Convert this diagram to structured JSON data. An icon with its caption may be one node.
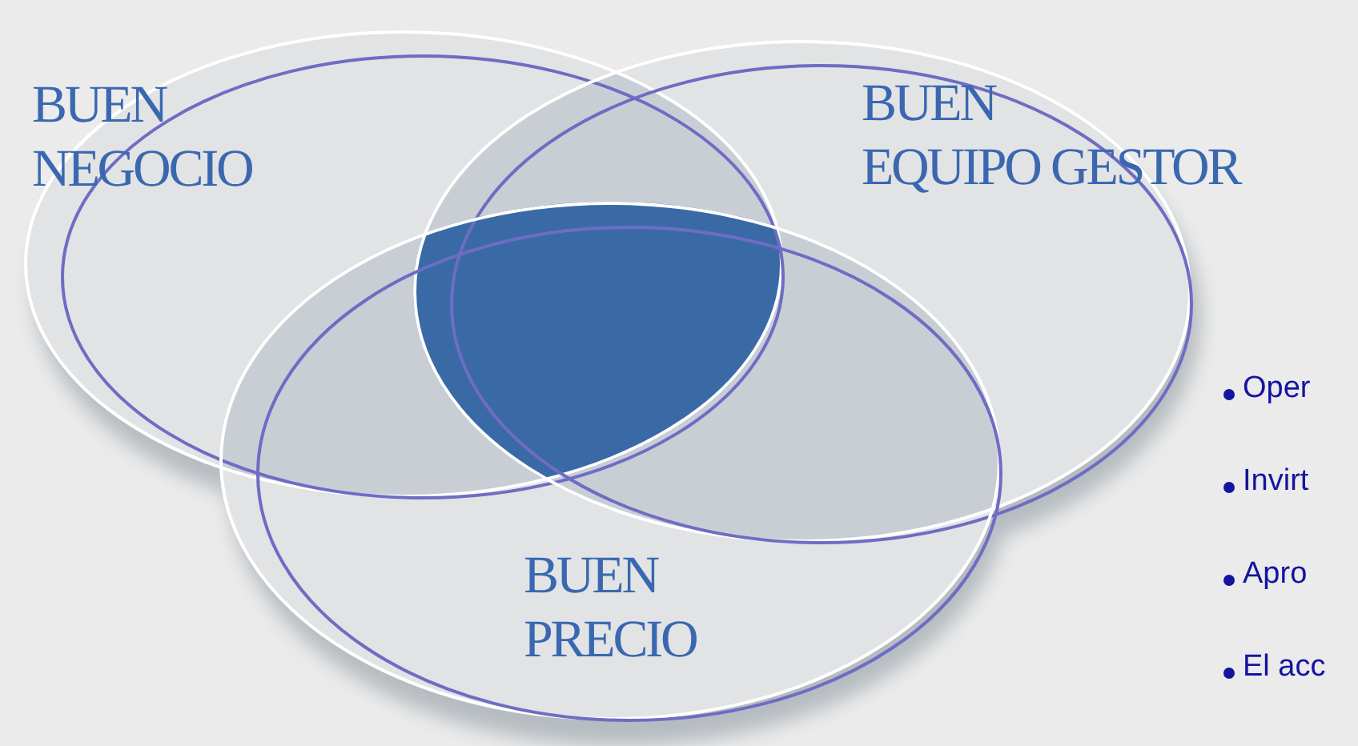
{
  "diagram": {
    "nodes": [
      {
        "text": [
          "BUEN NEGOCIO"
        ]
      },
      {
        "text": [
          "BUEN EQUIPO GESTOR"
        ]
      },
      {
        "text": [
          "BUEN PRECIO"
        ]
      }
    ],
    "edges": [],
    "labels": [
      "Oper",
      "Invirt",
      "Apro",
      "El acc"
    ]
  }
}
